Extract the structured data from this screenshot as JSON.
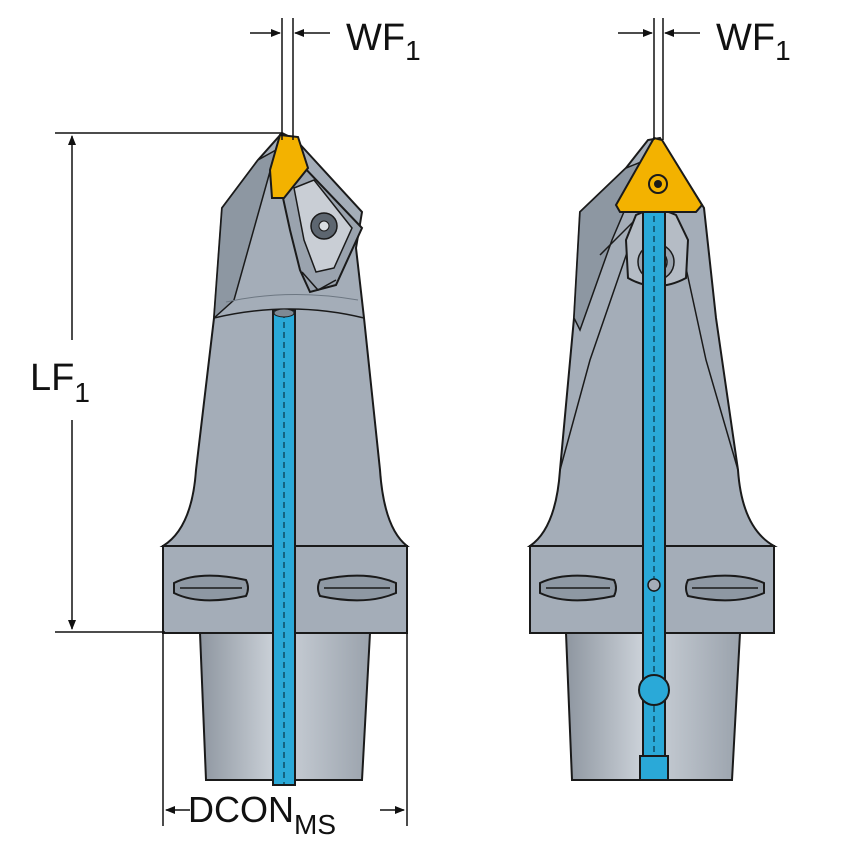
{
  "labels": {
    "wf_left": "WF",
    "wf_left_sub": "1",
    "wf_right": "WF",
    "wf_right_sub": "1",
    "lf": "LF",
    "lf_sub": "1",
    "dcon": "DCON",
    "dcon_sub": "MS"
  },
  "colors": {
    "body": "#a4adb8",
    "body_dark": "#7f8994",
    "shank": "#b7bdc6",
    "coolant": "#2aa9d8",
    "insert": "#f3b200",
    "outline": "#1a1a1a"
  }
}
